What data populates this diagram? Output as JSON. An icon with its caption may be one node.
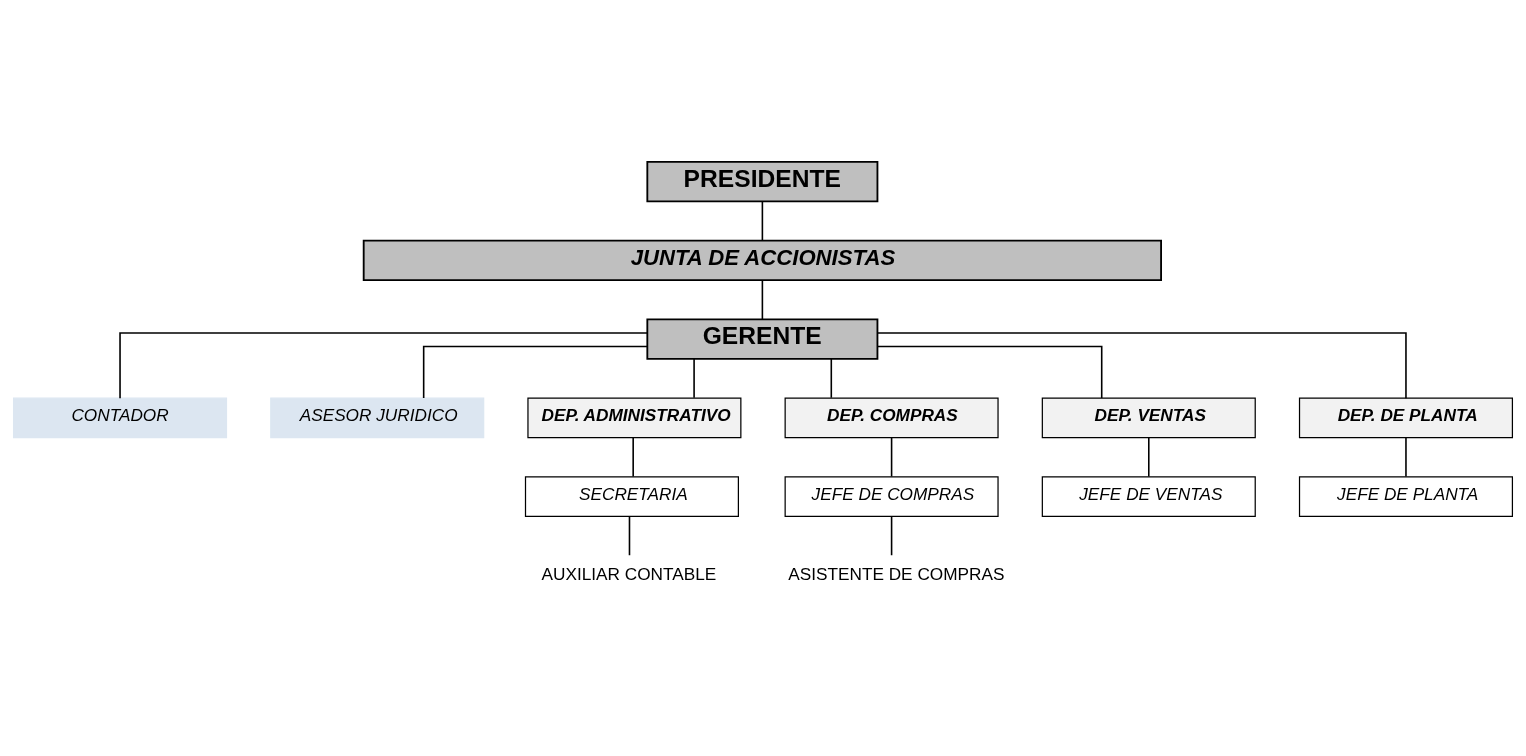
{
  "diagram": {
    "nodes": [
      {
        "text": [
          "PRESIDENTE"
        ]
      },
      {
        "text": [
          "JUNTA DE ACCIONISTAS"
        ]
      },
      {
        "text": [
          "GERENTE"
        ]
      },
      {
        "text": [
          "CONTADOR"
        ]
      },
      {
        "text": [
          "ASESOR JURIDICO"
        ]
      },
      {
        "text": [
          "DEP. ADMINISTRATIVO"
        ]
      },
      {
        "text": [
          "DEP. COMPRAS"
        ]
      },
      {
        "text": [
          "DEP. VENTAS"
        ]
      },
      {
        "text": [
          "DEP. DE PLANTA"
        ]
      },
      {
        "text": [
          "SECRETARIA"
        ]
      },
      {
        "text": [
          "JEFE DE COMPRAS"
        ]
      },
      {
        "text": [
          "JEFE DE VENTAS"
        ]
      },
      {
        "text": [
          "JEFE DE PLANTA"
        ]
      },
      {
        "text": [
          "AUXILIAR CONTABLE"
        ]
      },
      {
        "text": [
          "ASISTENTE DE COMPRAS"
        ]
      }
    ],
    "edges": [
      {
        "from": 0,
        "to": 1,
        "arrow": "none"
      },
      {
        "from": 1,
        "to": 2,
        "arrow": "none"
      },
      {
        "from": 2,
        "to": 3,
        "arrow": "none"
      },
      {
        "from": 2,
        "to": 4,
        "arrow": "none"
      },
      {
        "from": 2,
        "to": 5,
        "arrow": "none"
      },
      {
        "from": 2,
        "to": 6,
        "arrow": "none"
      },
      {
        "from": 2,
        "to": 7,
        "arrow": "none"
      },
      {
        "from": 2,
        "to": 8,
        "arrow": "none"
      },
      {
        "from": 5,
        "to": 9,
        "arrow": "none"
      },
      {
        "from": 9,
        "to": 13,
        "arrow": "none"
      },
      {
        "from": 6,
        "to": 10,
        "arrow": "none"
      },
      {
        "from": 10,
        "to": 14,
        "arrow": "none"
      },
      {
        "from": 7,
        "to": 11,
        "arrow": "none"
      },
      {
        "from": 8,
        "to": 12,
        "arrow": "none"
      }
    ]
  }
}
